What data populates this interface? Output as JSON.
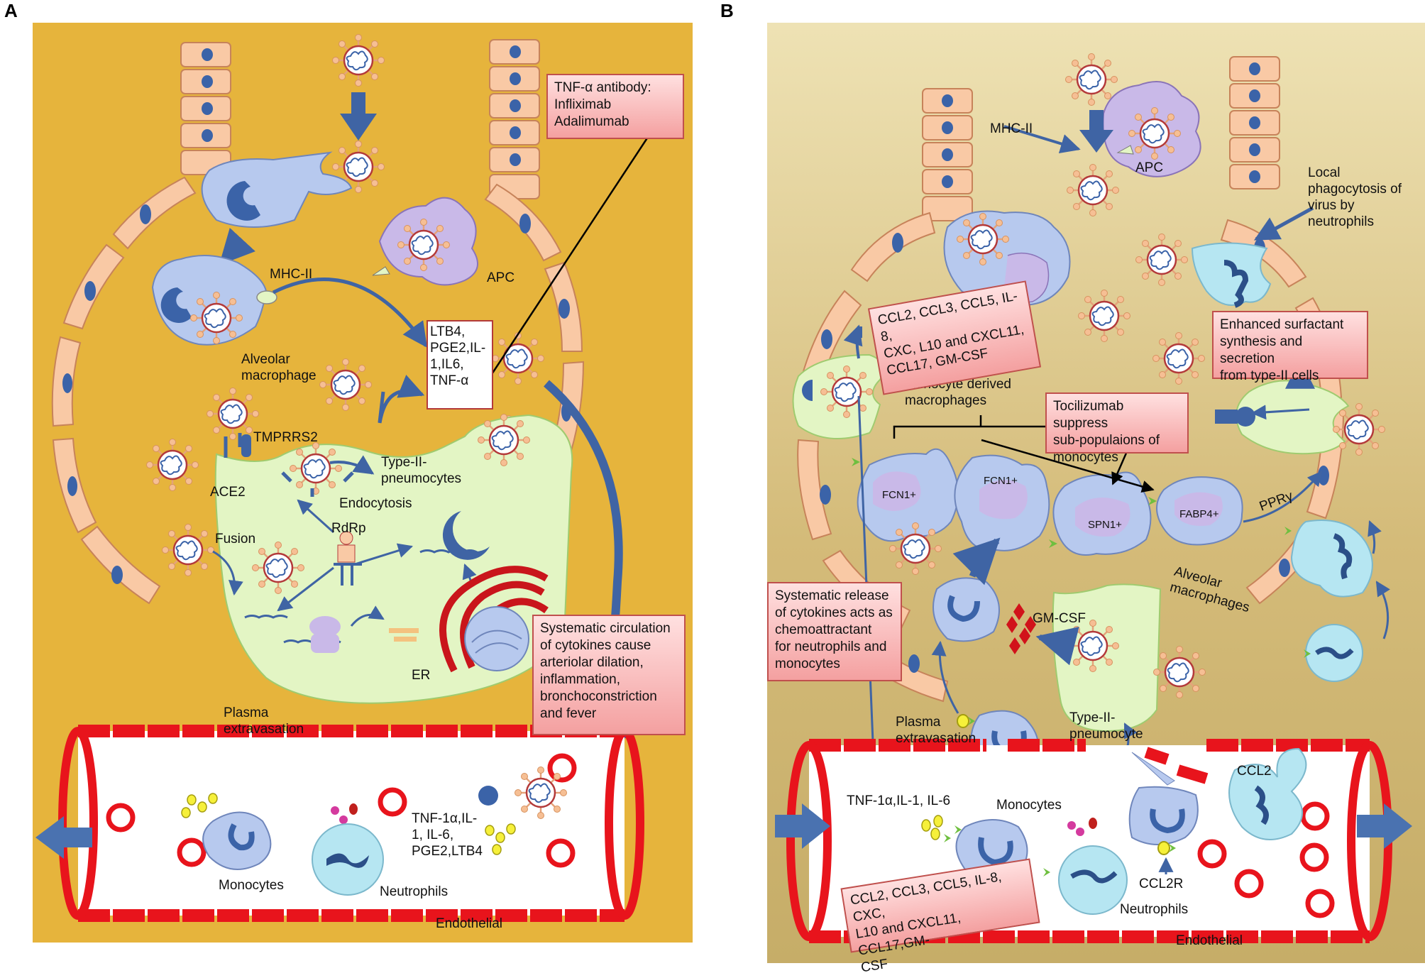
{
  "panels": {
    "a": {
      "letter": "A",
      "labels": {
        "mhc": "MHC-II",
        "apc": "APC",
        "alveolar_macrophage": "Alveolar\nmacrophage",
        "tmprss2": "TMPRRS2",
        "ace2": "ACE2",
        "endocytosis": "Endocytosis",
        "type2": "Type-II-\npneumocytes",
        "fusion": "Fusion",
        "rdrp": "RdRp",
        "er": "ER",
        "plasma": "Plasma\nextravasation",
        "monocytes": "Monocytes",
        "neutrophils": "Neutrophils",
        "endothelial": "Endothelial",
        "cytokines_blood": "TNF-1α,IL-\n1, IL-6,\nPGE2,LTB4"
      },
      "boxes": {
        "antibody": "TNF-α antibody:\nInfliximab\nAdalimumab",
        "mediators": "LTB4,\nPGE2,IL-\n1,IL6,\nTNF-α",
        "systemic": "Systematic circulation\nof cytokines cause\narteriolar dilation,\ninflammation,\nbronchoconstriction\nand fever"
      }
    },
    "b": {
      "letter": "B",
      "labels": {
        "mhc": "MHC-II",
        "apc": "APC",
        "local_phago": "Local\nphagocytosis of\nvirus by\nneutrophils",
        "mono_derived": "Monocyte derived\nmacrophages",
        "fcn1a": "FCN1+",
        "fcn1b": "FCN1+",
        "spn1": "SPN1+",
        "fabp4": "FABP4+",
        "ppar": "PPRγ",
        "alveolar_macrophages": "Alveolar\nmacrophages",
        "gmcsf": "GM-CSF",
        "plasma": "Plasma\nextravasation",
        "type2": "Type-II-\npneumocyte",
        "ccl2": "CCL2",
        "cytokines_blood": "TNF-1α,IL-1, IL-6",
        "monocytes": "Monocytes",
        "ccl2r": "CCL2R",
        "neutrophils": "Neutrophils",
        "endothelial": "Endothelial"
      },
      "boxes": {
        "chemokines_top": "CCL2, CCL3, CCL5, IL-8,\nCXC, L10 and CXCL11,\nCCL17, GM-CSF",
        "surfactant": "Enhanced surfactant\nsynthesis and secretion\nfrom type-II cells",
        "tocilizumab": "Tocilizumab suppress\nsub-populaions of\nmonocytes",
        "systemic_release": "Systematic release\nof cytokines acts as\nchemoattractant\nfor neutrophils and\nmonocytes",
        "chemokines_bottom": "CCL2, CCL3, CCL5, IL-8, CXC,\nL10 and CXCL11, CCL17,GM-\nCSF"
      }
    }
  },
  "colors": {
    "panel_a_bg": "#e6b43c",
    "panel_b_bg": "#d9c384",
    "vessel": "#e8141c",
    "arrow": "#4a72b0",
    "epithelium": "#f9c9a5",
    "nucleus": "#3b63a8",
    "type2_cell": "#e3f5c4",
    "macrophage": "#b7c9ee",
    "neutrophil": "#b6e6f2",
    "apc": "#c9b9e8",
    "note_fill": "#f6b1b1"
  }
}
